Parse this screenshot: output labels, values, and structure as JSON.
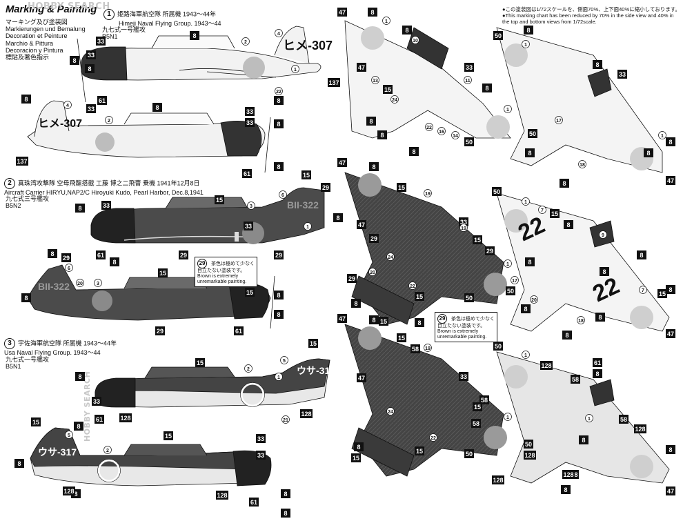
{
  "watermark": {
    "brand": "HOBBY SEARCH",
    "side": "HOBBY SEARCH"
  },
  "header": {
    "title": "Marking & Painting",
    "translations": [
      "マーキング及び塗装図",
      "Markierungen und Bemalung",
      "Decoration et Peinture",
      "Marchio & Pittura",
      "Decoracion y Pintura",
      "標貼及著色指示"
    ]
  },
  "scale_note": [
    "●この塗装図は1/72スケールを、側面70%、上下面40%に縮小しております。",
    "●This marking chart has been reduced by 70% in the side view and 40% in",
    "the top and bottom views from 1/72scale."
  ],
  "schemes": [
    {
      "num": "1",
      "jp": "姫路海軍航空隊 所属機 1943～44年",
      "en": "Himeji Naval Flying Group. 1943～44",
      "type_jp": "九七式一号艦攻",
      "type_en": "B5N1",
      "tail_code": "ヒメ-307"
    },
    {
      "num": "2",
      "jp": "真珠湾攻撃隊 空母飛龍搭載 工藤 博之二飛曹 乗機 1941年12月8日",
      "en": "Aircraft Carrier HIRYU,NAP2/C Hiroyuki Kudo, Pearl Harbor, Dec.8,1941",
      "type_jp": "九七式三号艦攻",
      "type_en": "B5N2",
      "tail_code": "BII-322"
    },
    {
      "num": "3",
      "jp": "宇佐海軍航空隊 所属機 1943～44年",
      "en": "Usa Naval Flying Group. 1943～44",
      "type_jp": "九七式一号艦攻",
      "type_en": "B5N1",
      "tail_code": "ウサ-317"
    }
  ],
  "callout": {
    "num": "29",
    "jp": [
      "茶色は極めて少なく",
      "目立たない塗装です。"
    ],
    "en": [
      "Brown is extremely",
      "unremarkable painting."
    ]
  },
  "wing_code": "22",
  "labels": {
    "s1_top": [
      "33",
      "8",
      "8",
      "2",
      "4",
      "137",
      "1",
      "22",
      "8",
      "61",
      "33",
      "33",
      "8"
    ],
    "s1_bot": [
      "8",
      "4",
      "8",
      "33",
      "2",
      "33",
      "137",
      "8",
      "61",
      "8"
    ],
    "s2_top": [
      "8",
      "33",
      "15",
      "3",
      "6",
      "15",
      "29",
      "8",
      "1",
      "33",
      "61",
      "8",
      "29",
      "8"
    ],
    "s2_bot": [
      "29",
      "6",
      "20",
      "3",
      "15",
      "33",
      "8",
      "15",
      "8",
      "29",
      "61",
      "8",
      "29"
    ],
    "s3_top": [
      "8",
      "15",
      "2",
      "5",
      "15",
      "1",
      "33",
      "61",
      "128",
      "21",
      "128",
      "8"
    ],
    "s3_bot": [
      "15",
      "5",
      "8",
      "2",
      "15",
      "33",
      "8",
      "128",
      "128",
      "61",
      "8",
      "8",
      "33"
    ],
    "plan1_top": [
      "47",
      "8",
      "1",
      "8",
      "10",
      "47",
      "13",
      "15",
      "24",
      "33",
      "11",
      "8",
      "1",
      "22",
      "16",
      "14",
      "50",
      "8",
      "8",
      "8"
    ],
    "plan1_bot": [
      "50",
      "8",
      "1",
      "8",
      "33",
      "17",
      "50",
      "1",
      "8",
      "8",
      "18",
      "8",
      "47",
      "8"
    ],
    "plan2_top": [
      "47",
      "8",
      "15",
      "19",
      "47",
      "33",
      "19",
      "29",
      "15",
      "24",
      "22",
      "15",
      "29",
      "20",
      "29",
      "8",
      "1",
      "15",
      "8",
      "50"
    ],
    "plan2_bot": [
      "50",
      "1",
      "7",
      "15",
      "8",
      "9",
      "8",
      "8",
      "8",
      "17",
      "50",
      "20",
      "8",
      "18",
      "8",
      "7",
      "15",
      "8",
      "47",
      "8"
    ],
    "plan3_top": [
      "47",
      "8",
      "15",
      "58",
      "19",
      "47",
      "33",
      "24",
      "58",
      "15",
      "58",
      "1",
      "22",
      "15",
      "8",
      "15",
      "50"
    ],
    "plan3_bot": [
      "50",
      "1",
      "128",
      "61",
      "8",
      "58",
      "58",
      "1",
      "128",
      "8",
      "128",
      "50",
      "128",
      "8",
      "128",
      "8",
      "47",
      "128"
    ]
  },
  "colors": {
    "dark_green": "#3a3a3a",
    "light_grey": "#f0f0f0",
    "hinomaru": "#b8b8b8",
    "ink": "#111111",
    "tan": "#dadada"
  }
}
